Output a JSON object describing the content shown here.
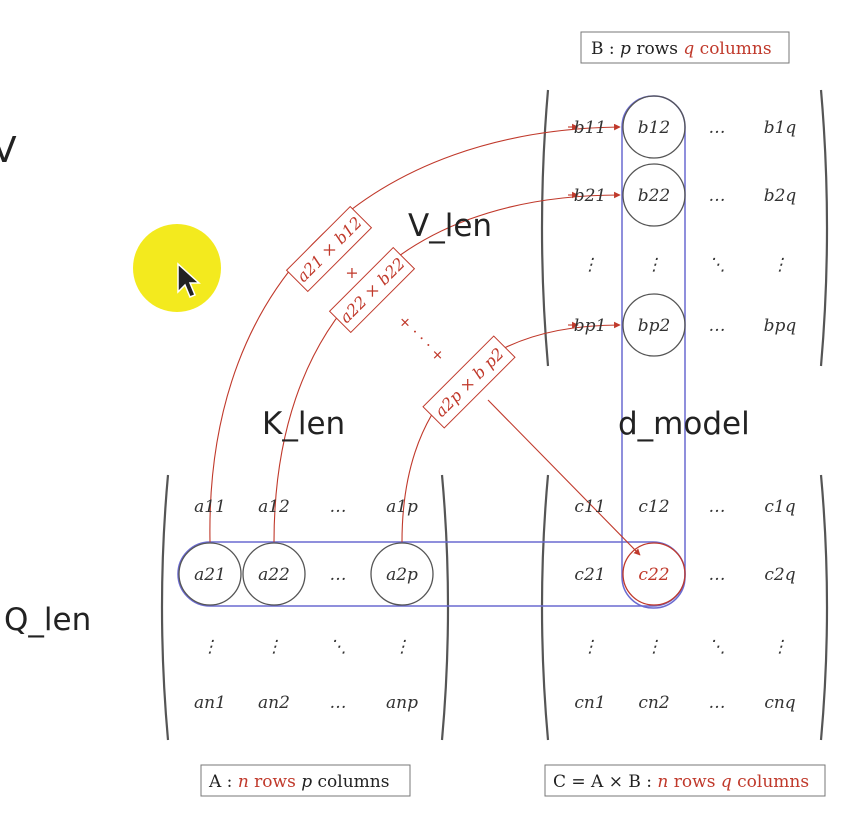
{
  "annotations": {
    "v_len": "V_len",
    "k_len": "K_len",
    "d_model": "d_model",
    "q_len": "Q_len",
    "stray_glyph": "V"
  },
  "matrix_b": {
    "caption": {
      "prefix": "B : ",
      "p": "p",
      "rows": " rows ",
      "q": "q",
      "cols": " columns"
    },
    "rows": [
      [
        "b11",
        "b12",
        "…",
        "b1q"
      ],
      [
        "b21",
        "b22",
        "…",
        "b2q"
      ],
      [
        "⋮",
        "⋮",
        "⋱",
        "⋮"
      ],
      [
        "bp1",
        "bp2",
        "…",
        "bpq"
      ]
    ]
  },
  "matrix_a": {
    "caption": {
      "prefix": "A : ",
      "n": "n",
      "rows": " rows ",
      "p": "p",
      "cols": " columns"
    },
    "rows": [
      [
        "a11",
        "a12",
        "…",
        "a1p"
      ],
      [
        "a21",
        "a22",
        "…",
        "a2p"
      ],
      [
        "⋮",
        "⋮",
        "⋱",
        "⋮"
      ],
      [
        "an1",
        "an2",
        "…",
        "anp"
      ]
    ]
  },
  "matrix_c": {
    "caption": {
      "prefix": "C = A × B : ",
      "n": "n",
      "rows": " rows ",
      "q": "q",
      "cols": " columns"
    },
    "rows": [
      [
        "c11",
        "c12",
        "…",
        "c1q"
      ],
      [
        "c21",
        "c22",
        "…",
        "c2q"
      ],
      [
        "⋮",
        "⋮",
        "⋱",
        "⋮"
      ],
      [
        "cn1",
        "cn2",
        "…",
        "cnq"
      ]
    ]
  },
  "products": {
    "p1": "a21 × b12",
    "plus": "+",
    "p2": "a22 × b22",
    "ellipsis": "+ · · · +",
    "p3": "a2p × b p2"
  },
  "colors": {
    "accent_red": "#c0392b",
    "highlight_blue": "#6a6ad0",
    "cursor_yellow": "#f3ea1e"
  }
}
